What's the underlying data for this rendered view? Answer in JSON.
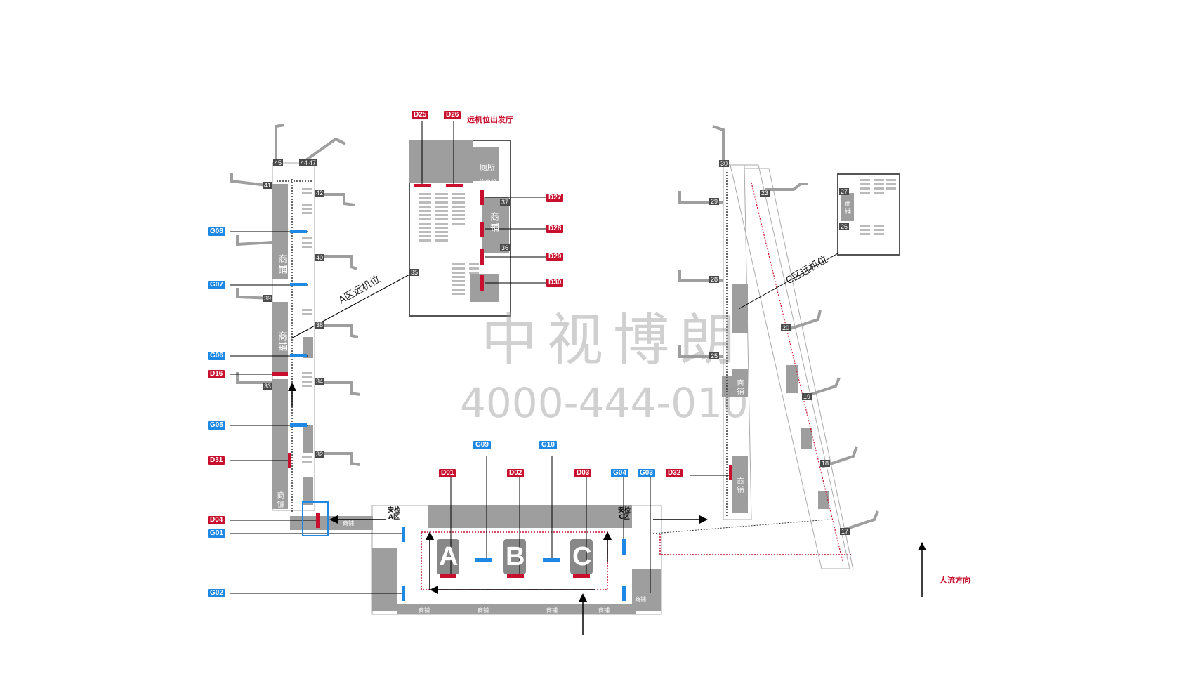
{
  "title": "远机位出发厅",
  "watermark": {
    "company": "中视博朗",
    "phone": "4000-444-010"
  },
  "flow_direction_label": "人流方向",
  "zones": {
    "a_remote": "A区远机位",
    "c_remote": "C区远机位"
  },
  "labels": {
    "toilet": "厕所",
    "water": "饮水机",
    "shop": "商铺",
    "checkpoint_a": "安检\nA区",
    "checkpoint_c": "安检\nC区"
  },
  "security_lanes": [
    "A",
    "B",
    "C"
  ],
  "ad_spots_red": [
    "D25",
    "D26",
    "D27",
    "D28",
    "D29",
    "D30",
    "D16",
    "D31",
    "D04",
    "D01",
    "D02",
    "D03",
    "D32"
  ],
  "ad_spots_blue": [
    "G08",
    "G07",
    "G06",
    "G05",
    "G01",
    "G02",
    "G09",
    "G10",
    "G04",
    "G03"
  ],
  "gate_numbers": [
    "45",
    "44",
    "47",
    "41",
    "42",
    "40",
    "39",
    "38",
    "34",
    "33",
    "32",
    "37",
    "36",
    "35",
    "30",
    "23",
    "29",
    "28",
    "25",
    "27",
    "26",
    "20",
    "19",
    "18",
    "17"
  ],
  "colors": {
    "red": "#c8102e",
    "blue": "#1e88e5",
    "wall": "#9e9e9e",
    "gate_num": "#4a4a4a"
  }
}
